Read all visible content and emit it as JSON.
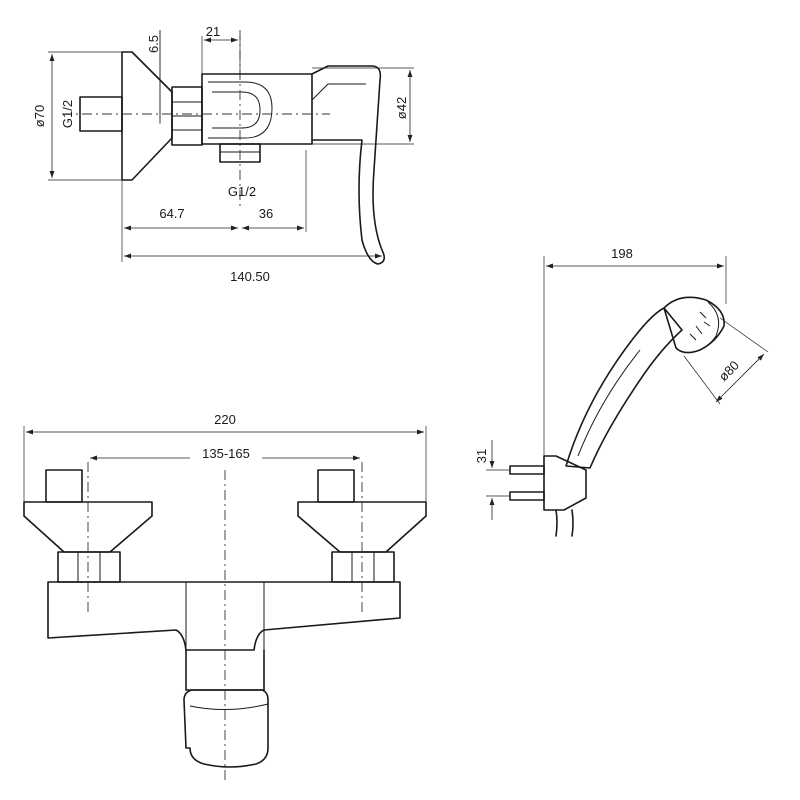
{
  "dimensions": {
    "top_view": {
      "thread_depth": "6.5",
      "stem_offset": "21",
      "flange_diameter": "ø70",
      "inlet_thread": "G1/2",
      "outlet_thread": "G1/2",
      "body_diameter": "ø42",
      "depth_to_outlet": "64.7",
      "outlet_to_front": "36",
      "total_depth": "140.50"
    },
    "front_view": {
      "total_width": "220",
      "inlet_centers": "135-165"
    },
    "hand_shower": {
      "length": "198",
      "head_diameter": "ø80",
      "holder_height": "31"
    }
  }
}
